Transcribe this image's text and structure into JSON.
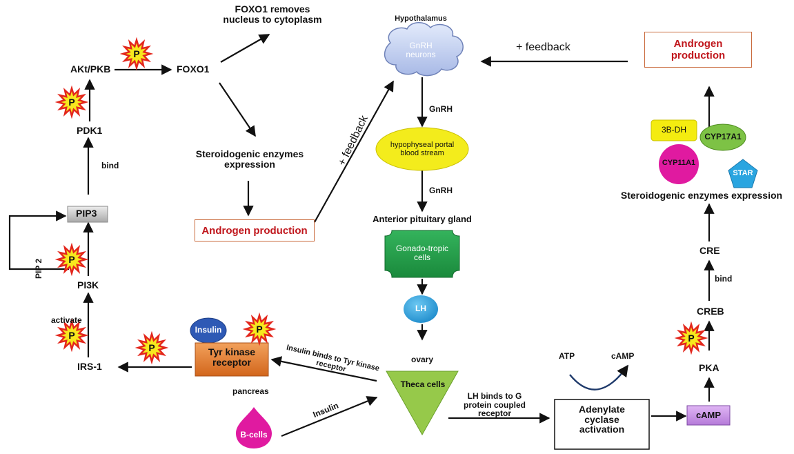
{
  "colors": {
    "arrow": "#111111",
    "androgen_text": "#c0161c",
    "androgen_border": "#c96a3c",
    "p_burst_fill": "#f7e81e",
    "p_burst_stroke": "#e3261c",
    "cloud_fill": "#c9d5f0",
    "portal_fill": "#f3ec1c",
    "pituitary_fill": "#22a04b",
    "lh_fill": "#2aa5e0",
    "theca_fill": "#96c94a",
    "bcells_fill": "#e01aa0",
    "insulin_fill": "#2e59b5",
    "tyr_fill": "#e07a2c",
    "camp_fill": "#c98be6",
    "hsd_fill": "#f4ec10",
    "cyp17_fill": "#7dc245",
    "cyp11_fill": "#e01aa0",
    "star_fill": "#2aa5e0",
    "pip3_fill": "#c8c8c8"
  },
  "phospho_label": "P",
  "left": {
    "foxo1_removes": [
      "FOXO1 removes",
      "nucleus to cytoplasm"
    ],
    "akt": "AKt/PKB",
    "foxo1": "FOXO1",
    "pdk1": "PDK1",
    "bind": "bind",
    "steroid": [
      "Steroidogenic enzymes",
      "expression"
    ],
    "pip3": "PIP3",
    "androgen": "Androgen production",
    "pip2": "PIP 2",
    "pi3k": "PI3K",
    "activate": "activate",
    "irs1": "IRS-1",
    "insulin_oval": "Insulin",
    "tyr": [
      "Tyr kinase",
      "receptor"
    ],
    "insulin_binds": [
      "Insulin binds to Tyr kinase",
      "receptor"
    ],
    "pancreas": "pancreas",
    "bcells": "B-cells",
    "insulin_arrow": "Insulin"
  },
  "middle": {
    "hypothalamus": "Hypothalamus",
    "gnrh_neurons": [
      "GnRH",
      "neurons"
    ],
    "plus_feedback_diag": "+ feedback",
    "gnrh1": "GnRH",
    "portal": [
      "hypophyseal portal",
      "blood stream"
    ],
    "gnrh2": "GnRH",
    "anterior": "Anterior pituitary gland",
    "gonado": [
      "Gonado-tropic",
      "cells"
    ],
    "lh": "LH",
    "ovary": "ovary",
    "theca": "Theca cells",
    "lh_binds": [
      "LH binds to G",
      "protein coupled",
      "receptor"
    ]
  },
  "right": {
    "plus_feedback_top": "+ feedback",
    "androgen": [
      "Androgen",
      "production"
    ],
    "hsd": "3B-DH",
    "cyp17": "CYP17A1",
    "cyp11": "CYP11A1",
    "star": "STAR",
    "steroid": "Steroidogenic enzymes expression",
    "cre": "CRE",
    "bind": "bind",
    "creb": "CREB",
    "pka": "PKA",
    "atp": "ATP",
    "camp_top": "cAMP",
    "adenylate": [
      "Adenylate",
      "cyclase",
      "activation"
    ],
    "camp_box": "cAMP"
  }
}
